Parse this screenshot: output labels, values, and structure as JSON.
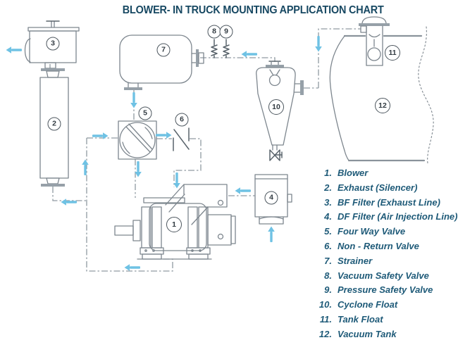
{
  "title": "BLOWER- IN TRUCK MOUNTING APPLICATION CHART",
  "colors": {
    "title_text": "#174862",
    "legend_text": "#1e5a78",
    "flow_arrow_cyan": "#6fc2e4",
    "line_gray": "#909aa2",
    "component_outline_gray": "#7d868e"
  },
  "badges": {
    "b1": "1",
    "b2": "2",
    "b3": "3",
    "b4": "4",
    "b5": "5",
    "b6": "6",
    "b7": "7",
    "b8": "8",
    "b9": "9",
    "b10": "10",
    "b11": "11",
    "b12": "12"
  },
  "legend": {
    "items": [
      {
        "num": "1.",
        "label": "Blower"
      },
      {
        "num": "2.",
        "label": "Exhaust (Silencer)"
      },
      {
        "num": "3.",
        "label": "BF Filter (Exhaust Line)"
      },
      {
        "num": "4.",
        "label": "DF Filter (Air Injection Line)"
      },
      {
        "num": "5.",
        "label": "Four Way Valve"
      },
      {
        "num": "6.",
        "label": "Non - Return Valve"
      },
      {
        "num": "7.",
        "label": "Strainer"
      },
      {
        "num": "8.",
        "label": "Vacuum Safety Valve"
      },
      {
        "num": "9.",
        "label": "Pressure Safety Valve"
      },
      {
        "num": "10.",
        "label": "Cyclone Float"
      },
      {
        "num": "11.",
        "label": "Tank Float"
      },
      {
        "num": "12.",
        "label": "Vacuum Tank"
      }
    ]
  }
}
